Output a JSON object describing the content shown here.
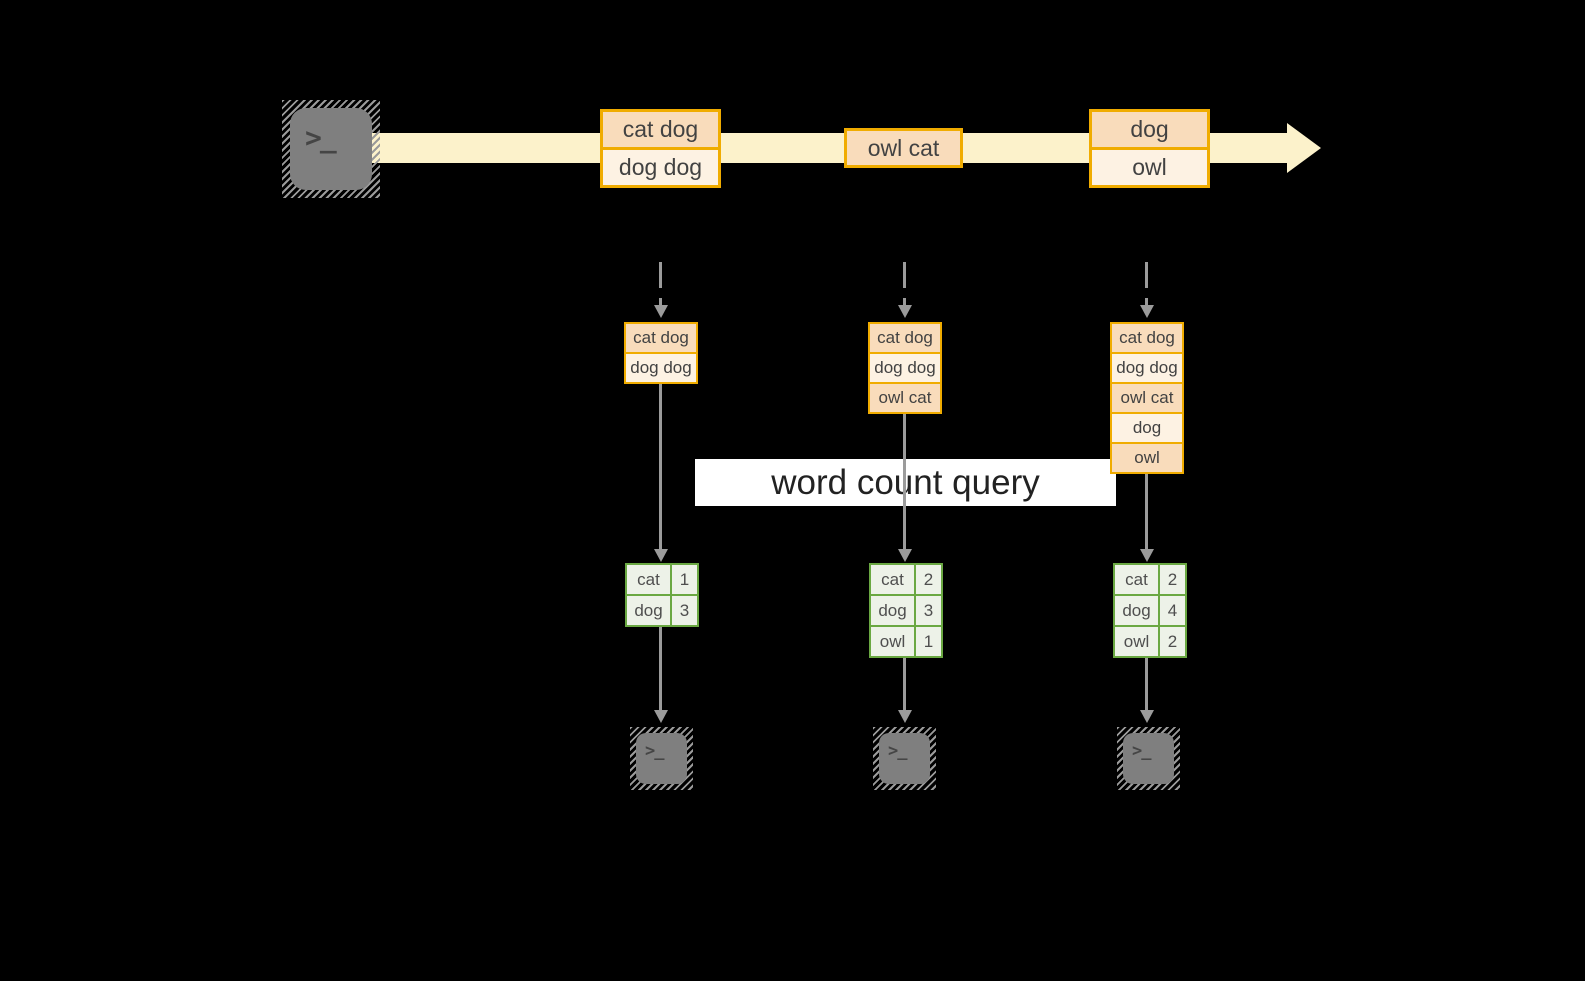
{
  "banner": {
    "label": "word count query"
  },
  "icons": {
    "terminal_glyph": ">_"
  },
  "stream": {
    "batches": [
      {
        "records": [
          "cat dog",
          "dog dog"
        ]
      },
      {
        "records": [
          "owl cat"
        ]
      },
      {
        "records": [
          "dog",
          "owl"
        ]
      }
    ]
  },
  "workers": [
    {
      "buffer": [
        "cat dog",
        "dog dog"
      ],
      "counts": [
        [
          "cat",
          1
        ],
        [
          "dog",
          3
        ]
      ]
    },
    {
      "buffer": [
        "cat dog",
        "dog dog",
        "owl cat"
      ],
      "counts": [
        [
          "cat",
          2
        ],
        [
          "dog",
          3
        ],
        [
          "owl",
          1
        ]
      ]
    },
    {
      "buffer": [
        "cat dog",
        "dog dog",
        "owl cat",
        "dog",
        "owl"
      ],
      "counts": [
        [
          "cat",
          2
        ],
        [
          "dog",
          4
        ],
        [
          "owl",
          2
        ]
      ]
    }
  ],
  "colors": {
    "background": "#000000",
    "stream_fill": "#fcf2cb",
    "record_border": "#f0ac00",
    "record_fill_dark": "#f9dcbb",
    "record_fill_light": "#fdf2e3",
    "table_border": "#6aa842",
    "table_cell_fill": "#edf2e8",
    "arrow_gray": "#9b9b9b",
    "terminal_gray": "#7f7f7f",
    "banner_background": "#ffffff",
    "text_dark": "#424242"
  }
}
